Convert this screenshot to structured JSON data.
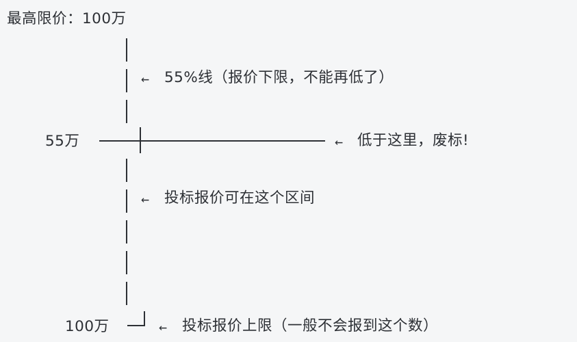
{
  "diagram": {
    "type": "ascii-art-price-range-ladder",
    "background_color": "#f5f6f7",
    "text_color": "#2d3035",
    "top_label": "最高限价：100万",
    "floor_value_label": "55万",
    "ceiling_value_label": "100万",
    "axis_glyph": "|",
    "elbow_glyph": "┘",
    "arrow_glyph": "←",
    "annotations": {
      "floor_percent": "55%线（报价下限，不能再低了）",
      "below_floor": "低于这里，废标!",
      "valid_range": "投标报价可在这个区间",
      "ceiling": "投标报价上限（一般不会报到这个数）"
    }
  }
}
